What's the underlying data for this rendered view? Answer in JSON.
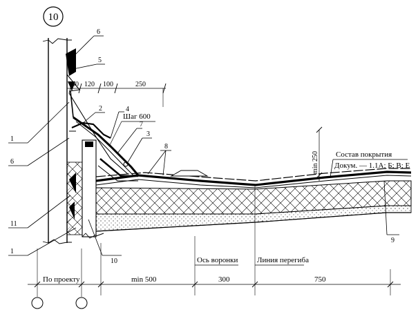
{
  "detail_number": "10",
  "callouts": {
    "c1_top": "1",
    "c1_bottom": "1",
    "c2": "2",
    "c3": "3",
    "c4": "4",
    "c5": "5",
    "c6_top": "6",
    "c6_left": "6",
    "c7": "7",
    "c8": "8",
    "c9": "9",
    "c10": "10",
    "c11": "11"
  },
  "top_dims": {
    "d80": "80",
    "d120": "120",
    "d100": "100",
    "d250": "250"
  },
  "step_label": "Шаг 600",
  "min250_label": "min 250",
  "composition": {
    "title": "Состав покрытия",
    "doc": "Докум. — 1.1А; Б; В; Е"
  },
  "axis_labels": {
    "funnel_axis": "Ось воронки",
    "bend_line": "Линия перегиба"
  },
  "bottom_dims": {
    "by_project": "По проекту",
    "min500": "min 500",
    "d300": "300",
    "d750": "750"
  }
}
